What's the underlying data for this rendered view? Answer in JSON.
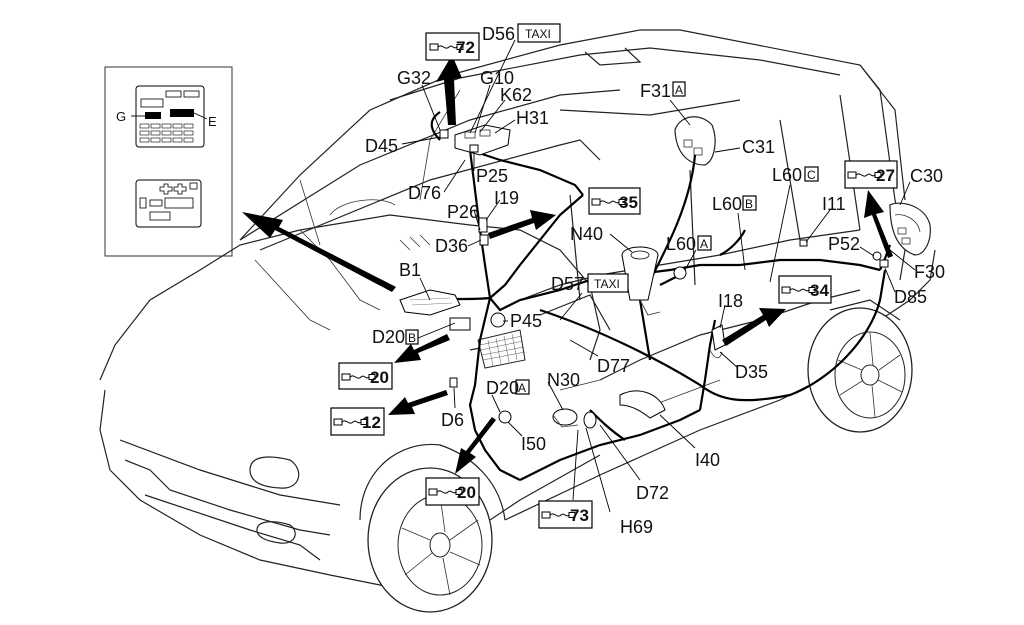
{
  "components": {
    "D56": "D56",
    "taxi_top": "TAXI",
    "G32": "G32",
    "G10": "G10",
    "K62": "K62",
    "H31": "H31",
    "D45": "D45",
    "P25": "P25",
    "D76": "D76",
    "I19": "I19",
    "P26": "P26",
    "D36": "D36",
    "B1": "B1",
    "D20": "D20",
    "D20B_tag": "B",
    "P45": "P45",
    "D57": "D57",
    "taxi_mid": "TAXI",
    "N40": "N40",
    "F31": "F31",
    "F31_tag": "A",
    "C31": "C31",
    "L60C": "L60",
    "L60C_tag": "C",
    "L60B": "L60",
    "L60B_tag": "B",
    "L60A": "L60",
    "L60A_tag": "A",
    "C30": "C30",
    "I11": "I11",
    "P52": "P52",
    "F30": "F30",
    "D85": "D85",
    "I18": "I18",
    "D35": "D35",
    "D77": "D77",
    "D20A": "D20",
    "D20A_tag": "A",
    "N30": "N30",
    "I50": "I50",
    "D6": "D6",
    "I40": "I40",
    "D72": "D72",
    "H69": "H69"
  },
  "references": {
    "r72": "72",
    "r35": "35",
    "r27": "27",
    "r34": "34",
    "r20a": "20",
    "r12": "12",
    "r20b": "20",
    "r73": "73"
  },
  "inset": {
    "label_g": "G",
    "label_e": "E"
  }
}
